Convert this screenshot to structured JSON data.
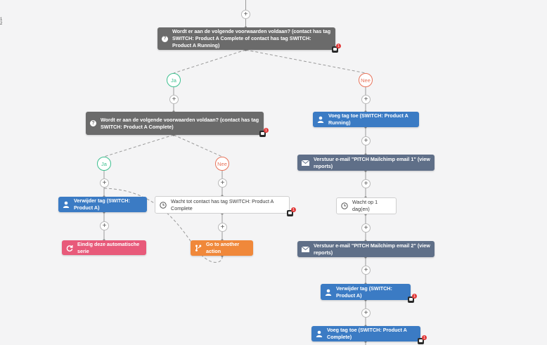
{
  "side_fraction": [
    "1",
    "2"
  ],
  "conditions": [
    {
      "text": "Wordt er aan de volgende voorwaarden voldaan? (contact has tag SWITCH: Product A Complete of contact has tag SWITCH: Product A Running)",
      "badge": "1"
    },
    {
      "text": "Wordt er aan de volgende voorwaarden voldaan? (contact has tag SWITCH: Product A Complete)",
      "badge": "1"
    }
  ],
  "branches": {
    "yes": "Ja",
    "no": "Nee"
  },
  "actions": {
    "add_tag_running": "Voeg tag toe (SWITCH: Product A Running)",
    "email_1": "Verstuur e-mail \"PITCH Mailchimp email 1\" (view reports)",
    "wait_1_day": "Wacht op 1 dag(en)",
    "email_2": "Verstuur e-mail \"PITCH Mailchimp email 2\" (view reports)",
    "remove_tag_a_right": "Verwijder tag (SWITCH: Product A)",
    "add_tag_complete": "Voeg tag toe (SWITCH: Product A Complete)",
    "remove_tag_a_left": "Verwijder tag (SWITCH: Product A)",
    "end_series": "Eindig deze automatische serie",
    "wait_until_tag": "Wacht tot contact has tag SWITCH: Product A Complete",
    "go_to_action": "Go to another action"
  },
  "badges": {
    "wait_until_tag": "1",
    "remove_tag_a_right": "1",
    "add_tag_complete": "1"
  },
  "plus_symbol": "+",
  "question_symbol": "?",
  "colors": {
    "condition": "#6b6b6b",
    "tag": "#3b7bc4",
    "email": "#5f6f88",
    "end": "#e85a7a",
    "goto": "#f0883a",
    "yes": "#3cbf8f",
    "no": "#e8735a"
  }
}
